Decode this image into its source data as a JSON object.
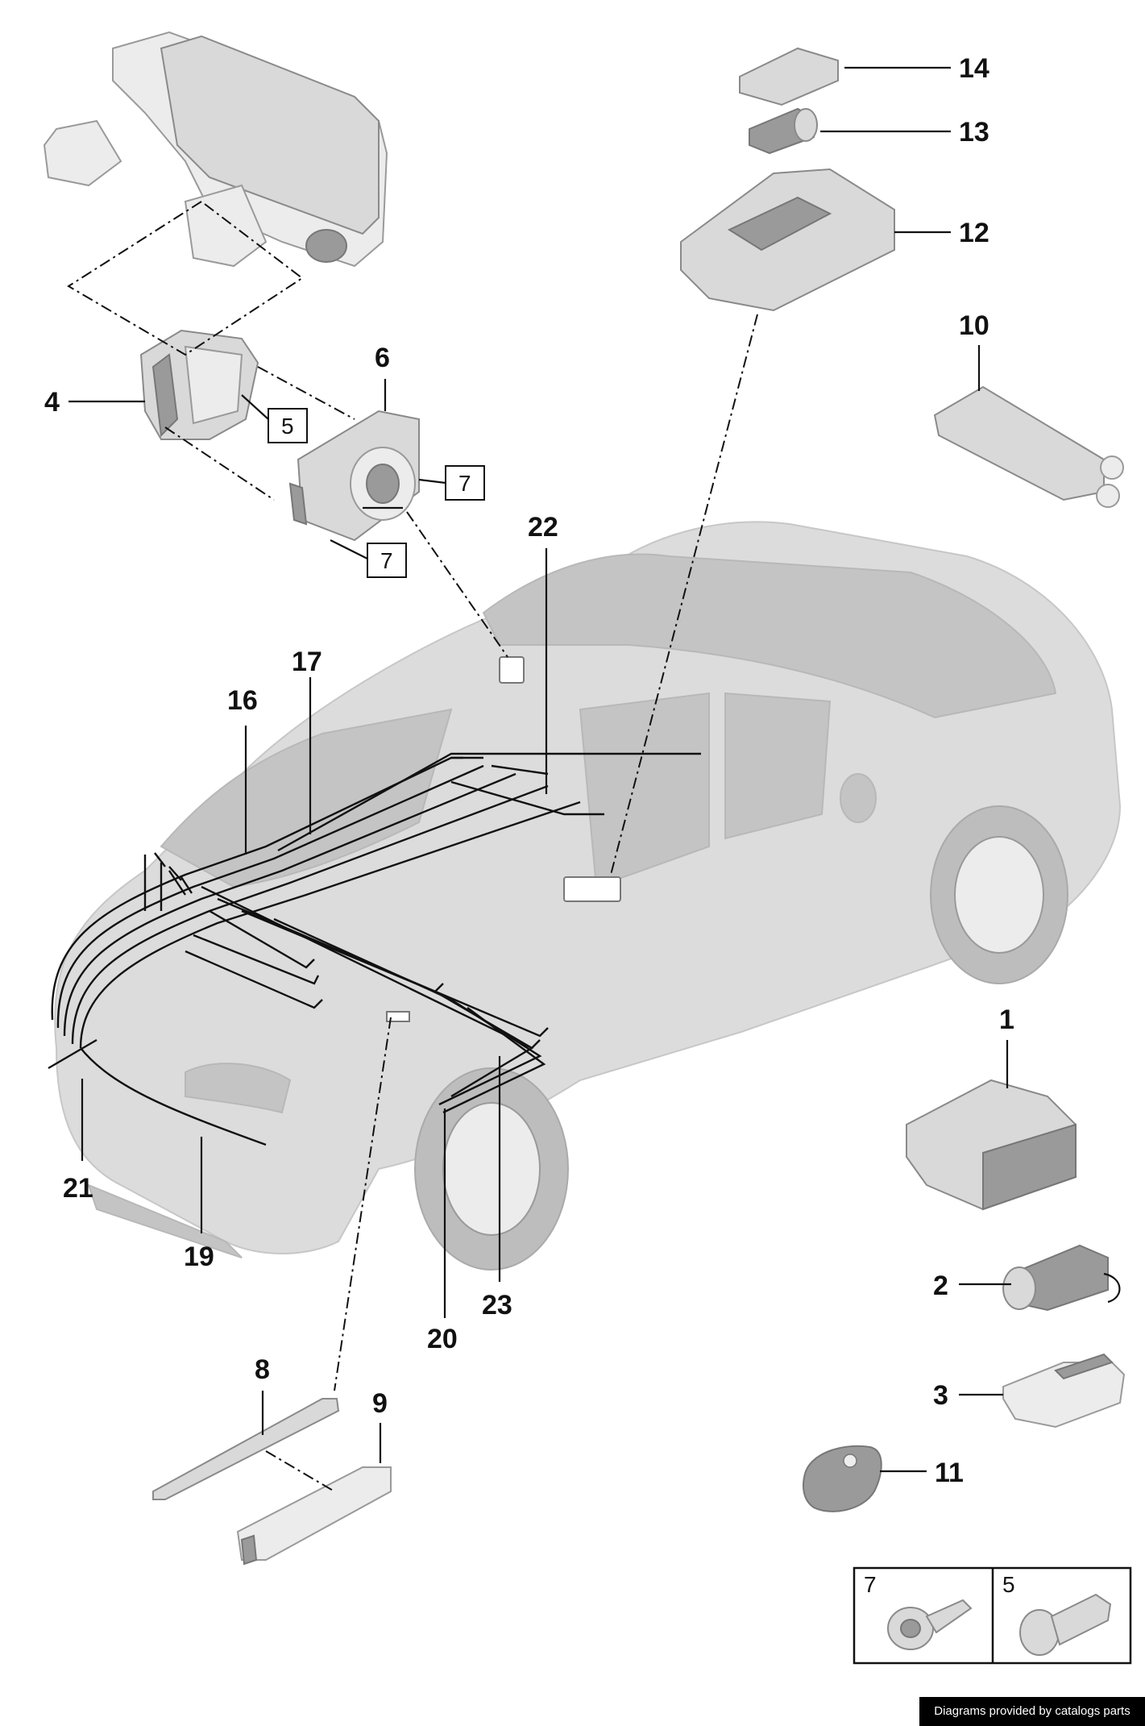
{
  "callouts": {
    "c1": "1",
    "c2": "2",
    "c3": "3",
    "c4": "4",
    "c6": "6",
    "c8": "8",
    "c9": "9",
    "c10": "10",
    "c11": "11",
    "c12": "12",
    "c13": "13",
    "c14": "14",
    "c16": "16",
    "c17": "17",
    "c19": "19",
    "c20": "20",
    "c21": "21",
    "c22": "22",
    "c23": "23"
  },
  "boxed_refs": {
    "b5": "5",
    "b7a": "7",
    "b7b": "7"
  },
  "legend": {
    "item_a": "7",
    "item_b": "5"
  },
  "footer": {
    "text": "Diagrams provided by catalogs parts"
  }
}
